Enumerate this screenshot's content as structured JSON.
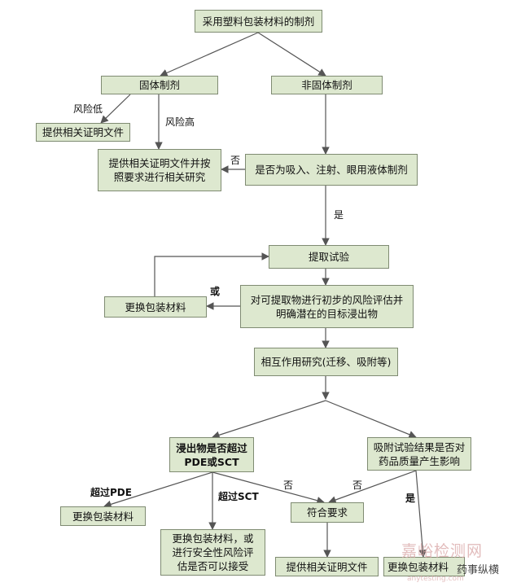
{
  "diagram": {
    "nodes": {
      "start": "采用塑料包装材料的制剂",
      "solid": "固体制剂",
      "nonsolid": "非固体制剂",
      "provide_proof_1": "提供相关证明文件",
      "provide_proof_research": "提供相关证明文件并按\n照要求进行相关研究",
      "is_inhalation": "是否为吸入、注射、眼用液体制剂",
      "extraction": "提取试验",
      "replace_pack_1": "更换包装材料",
      "risk_assess": "对可提取物进行初步的风险评估并\n明确潜在的目标浸出物",
      "interaction": "相互作用研究(迁移、吸附等)",
      "leachable_exceed": "浸出物是否超过\nPDE或SCT",
      "adsorption": "吸附试验结果是否对\n药品质量产生影响",
      "replace_pack_2": "更换包装材料",
      "replace_or_assess": "更换包装材料，或\n进行安全性风险评\n估是否可以接受",
      "meets": "符合要求",
      "provide_proof_2": "提供相关证明文件",
      "replace_pack_3": "更换包装材料"
    },
    "labels": {
      "risk_low": "风险低",
      "risk_high": "风险高",
      "no_1": "否",
      "yes_1": "是",
      "or": "或",
      "exceed_pde": "超过PDE",
      "exceed_sct": "超过SCT",
      "no_2": "否",
      "no_3": "否",
      "yes_2": "是"
    },
    "colors": {
      "box_fill": "#dde8cf",
      "box_border": "#7f8b72",
      "line": "#555555"
    }
  },
  "watermark": {
    "text_1": "嘉峪检测网",
    "text_2": "药事纵横",
    "text_3": "anytesting.com"
  }
}
